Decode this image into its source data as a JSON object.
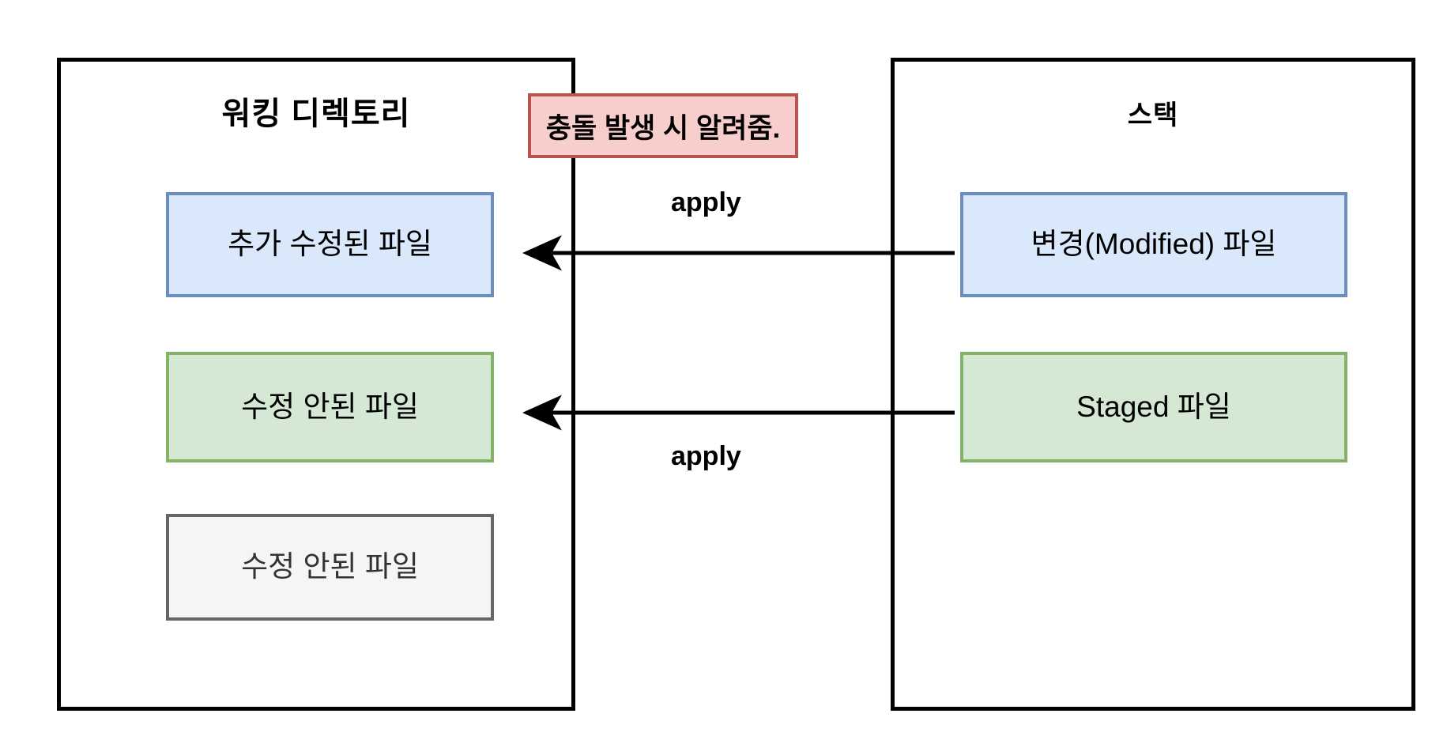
{
  "diagram": {
    "title_left": "워킹 디렉토리",
    "title_right": "스택",
    "panels": {
      "working_directory": {
        "title": "워킹 디렉토리",
        "boxes": [
          {
            "label": "추가 수정된 파일",
            "color": "#dae8fc",
            "border": "#6c8ebf",
            "state": "modified"
          },
          {
            "label": "수정 안된 파일",
            "color": "#d5e8d4",
            "border": "#82b366",
            "state": "unmodified-restored"
          },
          {
            "label": "수정 안된 파일",
            "color": "#f5f5f5",
            "border": "#666666",
            "state": "unmodified"
          }
        ]
      },
      "stash": {
        "title": "스택",
        "boxes": [
          {
            "label": "변경(Modified) 파일",
            "color": "#dae8fc",
            "border": "#6c8ebf",
            "state": "modified"
          },
          {
            "label": "Staged 파일",
            "color": "#d5e8d4",
            "border": "#82b366",
            "state": "staged"
          }
        ]
      }
    },
    "arrows": [
      {
        "label": "apply",
        "from": "변경(Modified) 파일",
        "to": "추가 수정된 파일",
        "direction": "right-to-left"
      },
      {
        "label": "apply",
        "from": "Staged 파일",
        "to": "수정 안된 파일",
        "direction": "right-to-left"
      }
    ],
    "callout": {
      "text": "충돌 발생 시 알려줌.",
      "background": "#f8cecc",
      "border": "#b85450"
    },
    "colors": {
      "panel_border": "#000000",
      "arrow": "#000000",
      "blue_fill": "#dae8fc",
      "blue_stroke": "#6c8ebf",
      "green_fill": "#d5e8d4",
      "green_stroke": "#82b366",
      "gray_fill": "#f5f5f5",
      "gray_stroke": "#666666",
      "red_fill": "#f8cecc",
      "red_stroke": "#b85450"
    }
  }
}
